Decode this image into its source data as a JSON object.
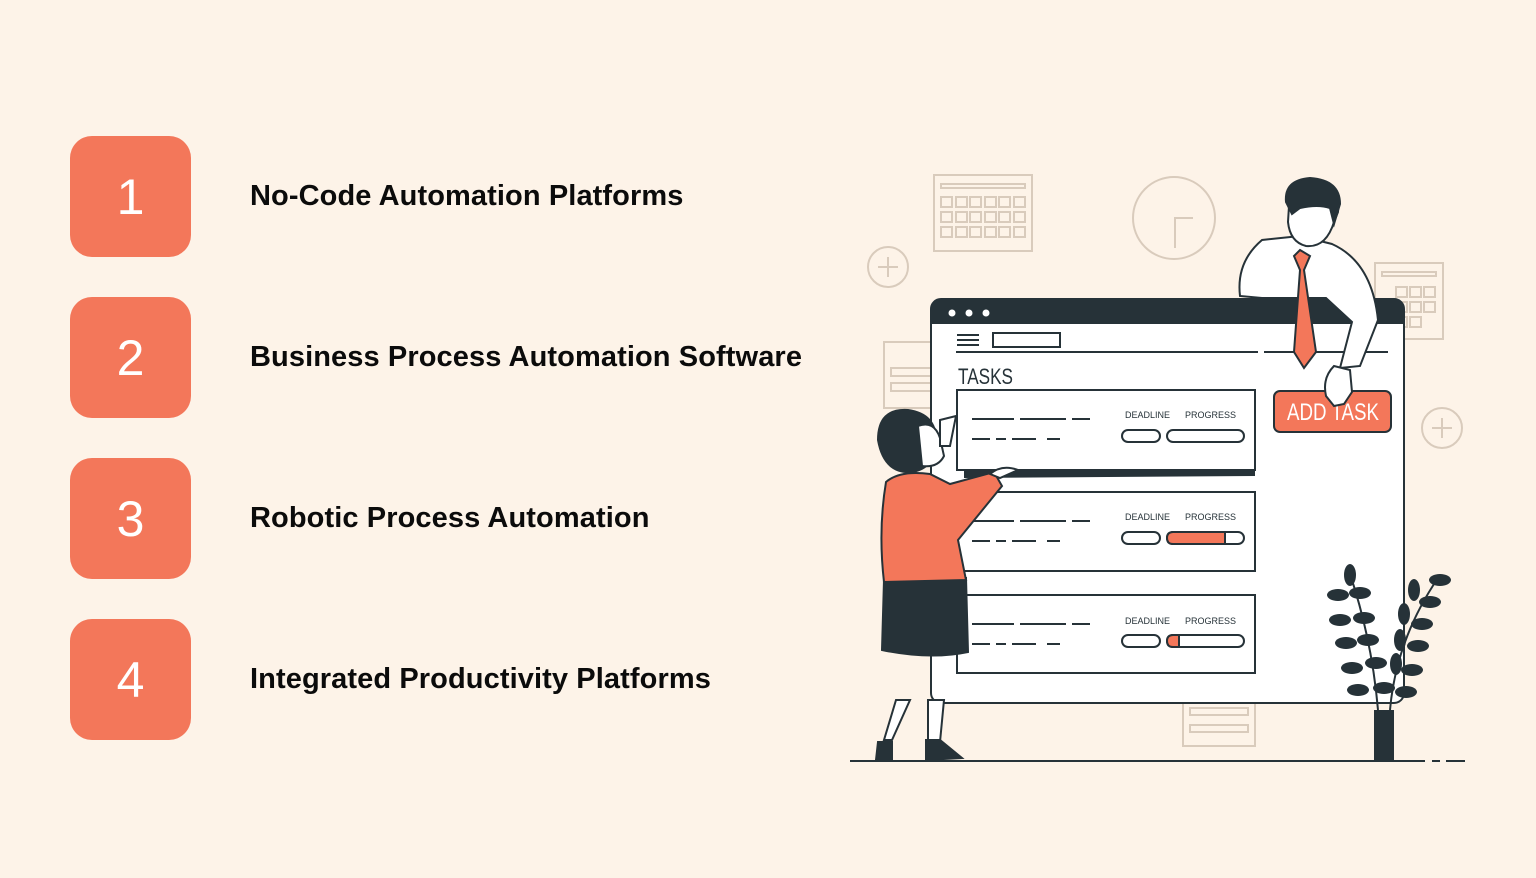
{
  "list": {
    "items": [
      {
        "number": "1",
        "label": "No-Code Automation Platforms"
      },
      {
        "number": "2",
        "label": "Business Process Automation Software"
      },
      {
        "number": "3",
        "label": "Robotic Process Automation"
      },
      {
        "number": "4",
        "label": "Integrated Productivity Platforms"
      }
    ]
  },
  "illustration": {
    "window_title": "TASKS",
    "add_task_label": "ADD TASK",
    "task_cards": [
      {
        "deadline_label": "DEADLINE",
        "progress_label": "PROGRESS",
        "progress_percent": 0
      },
      {
        "deadline_label": "DEADLINE",
        "progress_label": "PROGRESS",
        "progress_percent": 75
      },
      {
        "deadline_label": "DEADLINE",
        "progress_label": "PROGRESS",
        "progress_percent": 10
      }
    ]
  },
  "colors": {
    "background": "#fdf3e8",
    "accent": "#f3775a",
    "dark": "#263238",
    "text": "#0b0b0b"
  }
}
